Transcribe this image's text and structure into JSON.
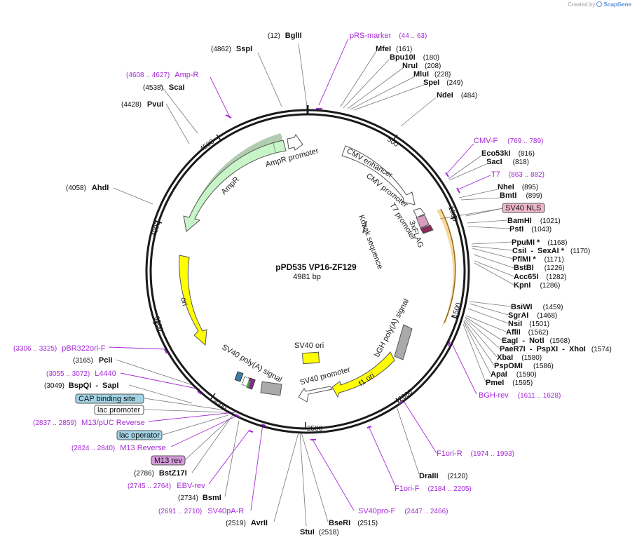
{
  "branding": {
    "created_by": "Created by",
    "product": "SnapGene"
  },
  "plasmid": {
    "name": "pPD535 VP16-ZF129",
    "length": "4981 bp"
  },
  "ticks": [
    "500",
    "1000",
    "1500",
    "2000",
    "2500",
    "3000",
    "3500",
    "4000",
    "4500"
  ],
  "features": {
    "cmv_enhancer": "CMV enhancer",
    "cmv_promoter": "CMV promoter",
    "t7_promoter": "T7 promoter",
    "kozak": "Kozak sequence",
    "flag": "3xFLAG",
    "bgh": "bGH poly(A) signal",
    "f1ori": "f1 ori",
    "sv40_promoter": "SV40 promoter",
    "sv40_ori": "SV40 ori",
    "sv40_polya": "SV40 poly(A) signal",
    "ori": "ori",
    "ampr": "AmpR",
    "ampr_promoter": "AmpR promoter"
  },
  "right_enzymes": [
    {
      "name": "MfeI",
      "pos": "(161)"
    },
    {
      "name": "Bpu10I",
      "pos": "(180)"
    },
    {
      "name": "NruI",
      "pos": "(208)"
    },
    {
      "name": "MluI",
      "pos": "(228)"
    },
    {
      "name": "SpeI",
      "pos": "(249)"
    },
    {
      "name": "NdeI",
      "pos": "(484)"
    },
    {
      "name": "Eco53kI",
      "pos": "(816)"
    },
    {
      "name": "SacI",
      "pos": "(818)"
    },
    {
      "name": "NheI",
      "pos": "(895)"
    },
    {
      "name": "BmtI",
      "pos": "(899)"
    },
    {
      "name": "BamHI",
      "pos": "(1021)"
    },
    {
      "name": "PstI",
      "pos": "(1043)"
    },
    {
      "name": "PpuMI *",
      "pos": "(1168)"
    },
    {
      "name": "CsiI  -  SexAI *",
      "pos": "(1170)"
    },
    {
      "name": "PflMI *",
      "pos": "(1171)"
    },
    {
      "name": "BstBI",
      "pos": "(1226)"
    },
    {
      "name": "Acc65I",
      "pos": "(1282)"
    },
    {
      "name": "KpnI",
      "pos": "(1286)"
    },
    {
      "name": "BsiWI",
      "pos": "(1459)"
    },
    {
      "name": "SgrAI",
      "pos": "(1468)"
    },
    {
      "name": "NsiI",
      "pos": "(1501)"
    },
    {
      "name": "AflII",
      "pos": "(1562)"
    },
    {
      "name": "EagI  -  NotI",
      "pos": "(1568)"
    },
    {
      "name": "PaeR7I  -  PspXI  -  XhoI",
      "pos": "(1574)"
    },
    {
      "name": "XbaI",
      "pos": "(1580)"
    },
    {
      "name": "PspOMI",
      "pos": "(1586)"
    },
    {
      "name": "ApaI",
      "pos": "(1590)"
    },
    {
      "name": "PmeI",
      "pos": "(1595)"
    },
    {
      "name": "DraIII",
      "pos": "(2120)"
    }
  ],
  "left_enzymes": [
    {
      "name": "BglII",
      "pos": "(12)"
    },
    {
      "name": "SspI",
      "pos": "(4862)"
    },
    {
      "name": "ScaI",
      "pos": "(4538)"
    },
    {
      "name": "PvuI",
      "pos": "(4428)"
    },
    {
      "name": "AhdI",
      "pos": "(4058)"
    },
    {
      "name": "PciI",
      "pos": "(3165)"
    },
    {
      "name": "BspQI  -  SapI",
      "pos": "(3049)"
    },
    {
      "name": "BstZ17I",
      "pos": "(2786)"
    },
    {
      "name": "BsmI",
      "pos": "(2734)"
    },
    {
      "name": "AvrII",
      "pos": "(2519)"
    },
    {
      "name": "StuI",
      "pos": "(2518)"
    },
    {
      "name": "BseRI",
      "pos": "(2515)"
    }
  ],
  "primers": [
    {
      "name": "pRS-marker",
      "range": "(44 .. 63)"
    },
    {
      "name": "Amp-R",
      "range": "(4608 .. 4627)"
    },
    {
      "name": "CMV-F",
      "range": "(769 .. 789)"
    },
    {
      "name": "T7",
      "range": "(863 .. 882)"
    },
    {
      "name": "BGH-rev",
      "range": "(1611 .. 1628)"
    },
    {
      "name": "F1ori-R",
      "range": "(1974 .. 1993)"
    },
    {
      "name": "F1ori-F",
      "range": "(2184 .. 2205)"
    },
    {
      "name": "SV40pro-F",
      "range": "(2447 .. 2466)"
    },
    {
      "name": "SV40pA-R",
      "range": "(2691 .. 2710)"
    },
    {
      "name": "EBV-rev",
      "range": "(2745 .. 2764)"
    },
    {
      "name": "M13 Reverse",
      "range": "(2824 .. 2840)"
    },
    {
      "name": "M13/pUC Reverse",
      "range": "(2837 .. 2859)"
    },
    {
      "name": "L4440",
      "range": "(3055 .. 3072)"
    },
    {
      "name": "pBR322ori-F",
      "range": "(3306 .. 3325)"
    }
  ],
  "boxed_labels": {
    "sv40_nls": "SV40 NLS",
    "cap_binding": "CAP binding site",
    "lac_promoter": "lac promoter",
    "lac_operator": "lac operator",
    "m13_rev": "M13 rev"
  },
  "colors": {
    "backbone": "#1a1a1a",
    "primer": "#a52ad8",
    "ampr_fill": "#c8f5c8",
    "ori_fill": "#ffff00",
    "nls_fill": "#ffb6c1",
    "operator_fill": "#a3d4e6"
  }
}
